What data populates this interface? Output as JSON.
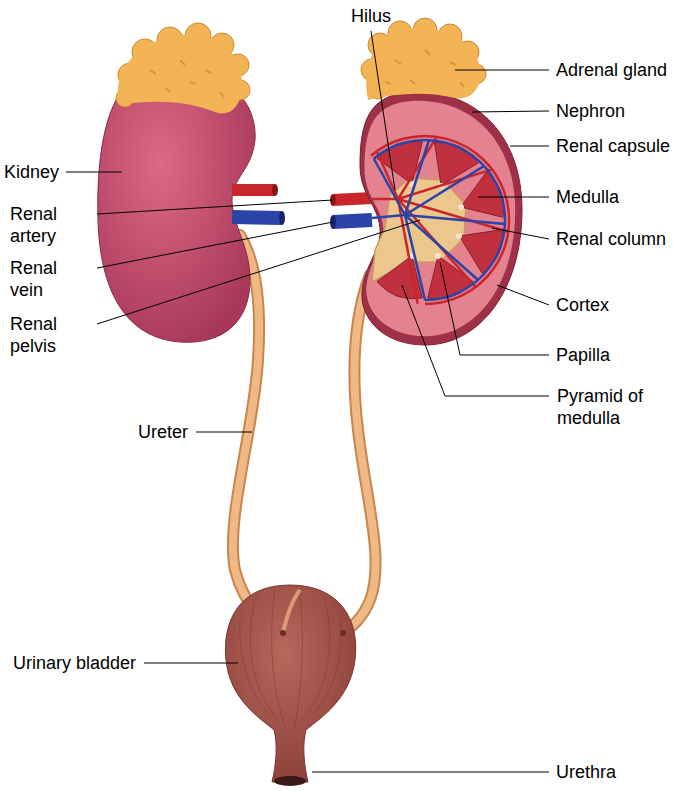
{
  "diagram": {
    "labels": [
      "Hilus",
      "Adrenal gland",
      "Nephron",
      "Renal capsule",
      "Kidney",
      "Renal artery",
      "Medulla",
      "Renal column",
      "Renal vein",
      "Renal pelvis",
      "Cortex",
      "Papilla",
      "Pyramid of medulla",
      "Ureter",
      "Urinary bladder",
      "Urethra"
    ]
  }
}
